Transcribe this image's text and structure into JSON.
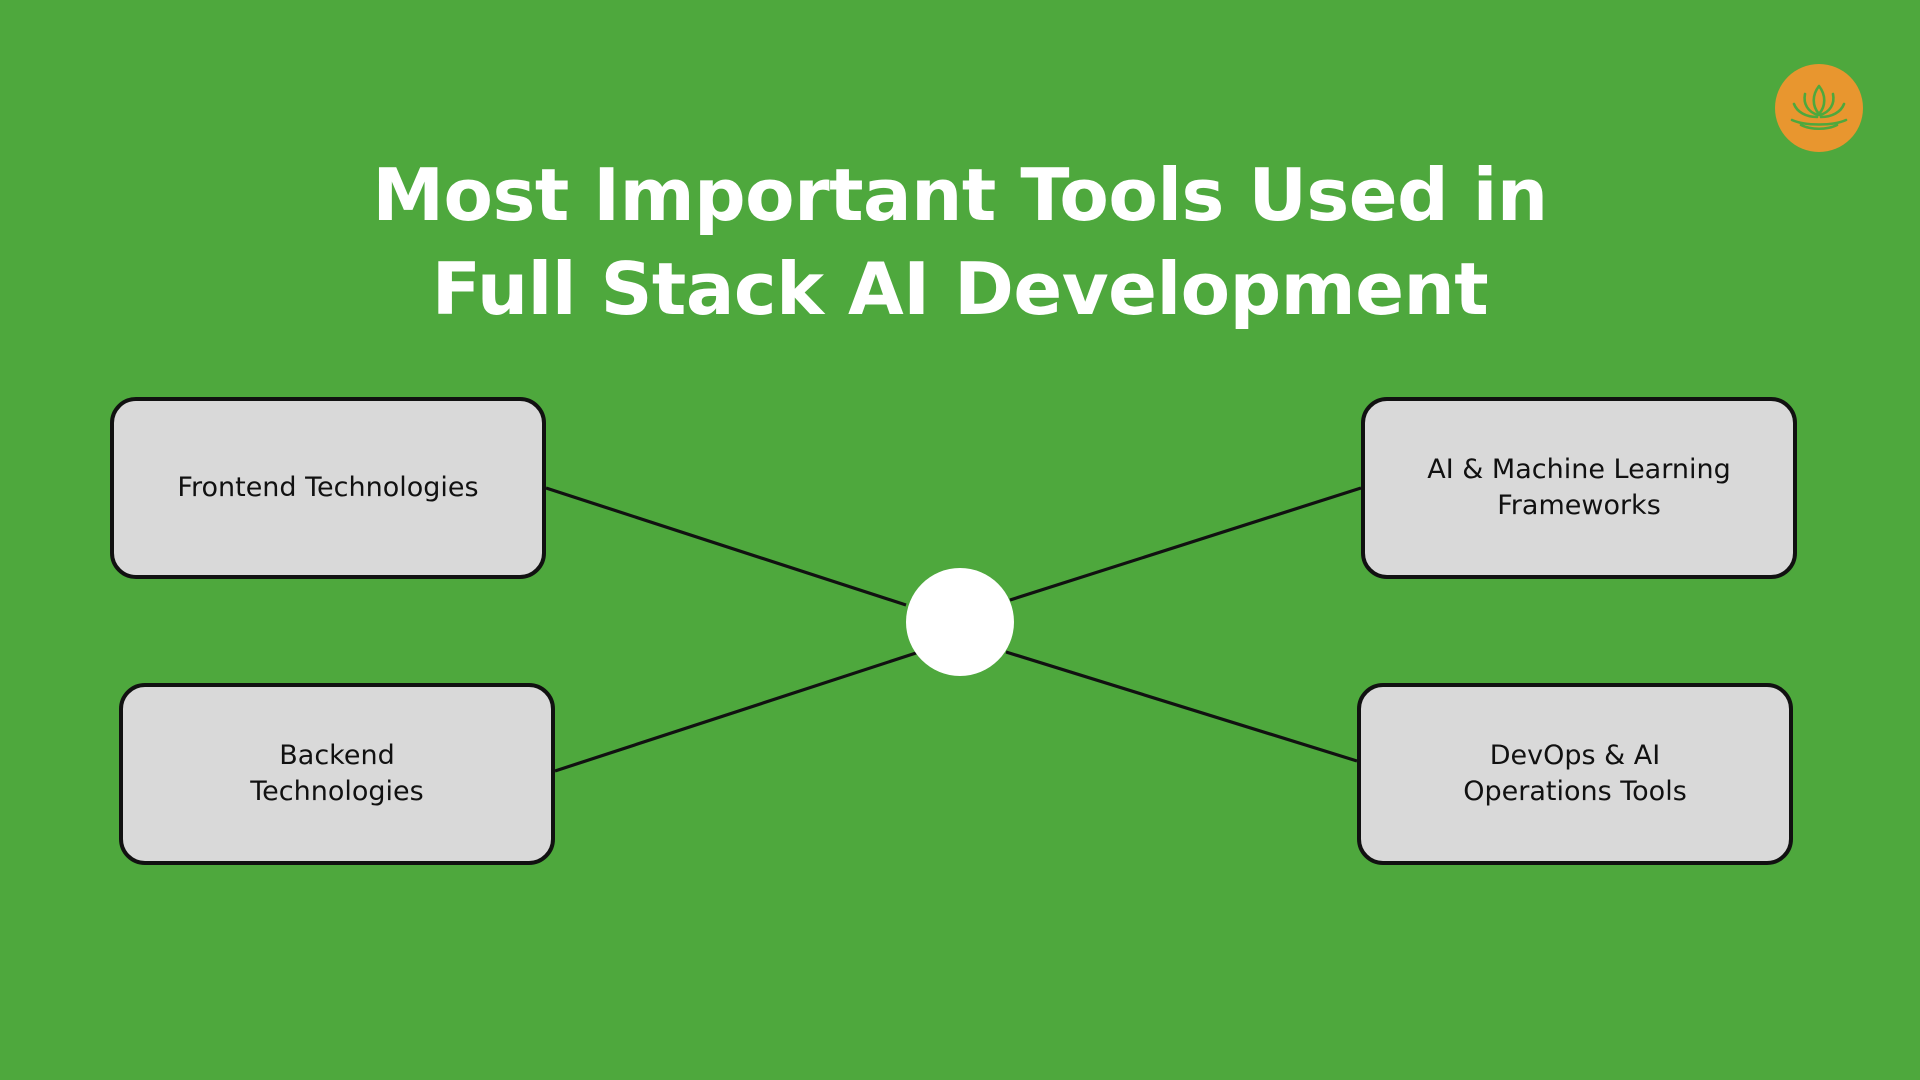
{
  "title": "Most Important Tools Used in Full Stack AI Development",
  "diagram": {
    "nodes": [
      {
        "id": "frontend",
        "label": "Frontend Technologies"
      },
      {
        "id": "backend",
        "label": "Backend Technologies"
      },
      {
        "id": "ai_ml",
        "label": "AI & Machine Learning Frameworks"
      },
      {
        "id": "devops",
        "label": "DevOps & AI Operations Tools"
      }
    ],
    "hub": "central connector circle",
    "edges": [
      [
        "frontend",
        "hub"
      ],
      [
        "backend",
        "hub"
      ],
      [
        "ai_ml",
        "hub"
      ],
      [
        "devops",
        "hub"
      ]
    ]
  },
  "logo": {
    "icon": "lotus-icon",
    "color": "#e8962f"
  },
  "colors": {
    "background": "#4ea83d",
    "box_fill": "#d9d9d9",
    "box_border": "#111111",
    "title": "#ffffff",
    "hub": "#ffffff",
    "logo": "#e8962f"
  }
}
